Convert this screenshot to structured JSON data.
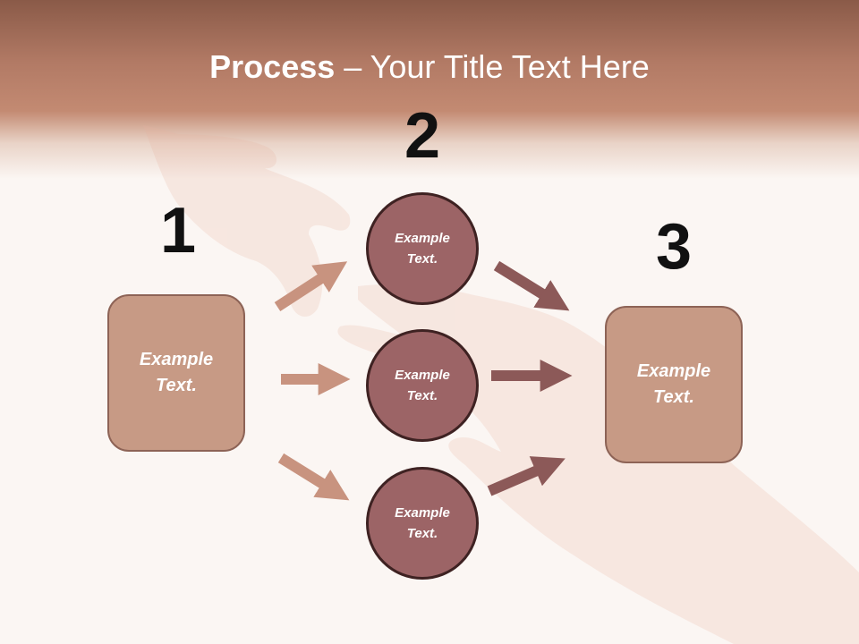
{
  "slide": {
    "title_bold": "Process",
    "title_rest": " – Your Title Text Here",
    "steps": {
      "one": "1",
      "two": "2",
      "three": "3"
    },
    "boxes": {
      "left": "Example\nText.",
      "right": "Example\nText."
    },
    "circles": {
      "top": "Example\nText.",
      "middle": "Example\nText.",
      "bottom": "Example\nText."
    },
    "colors": {
      "header_band": "#b27a65",
      "box_fill": "#c79a85",
      "circle_fill": "#9c6466",
      "light_arrow": "#c8937f",
      "dark_arrow": "#8c5958"
    }
  }
}
